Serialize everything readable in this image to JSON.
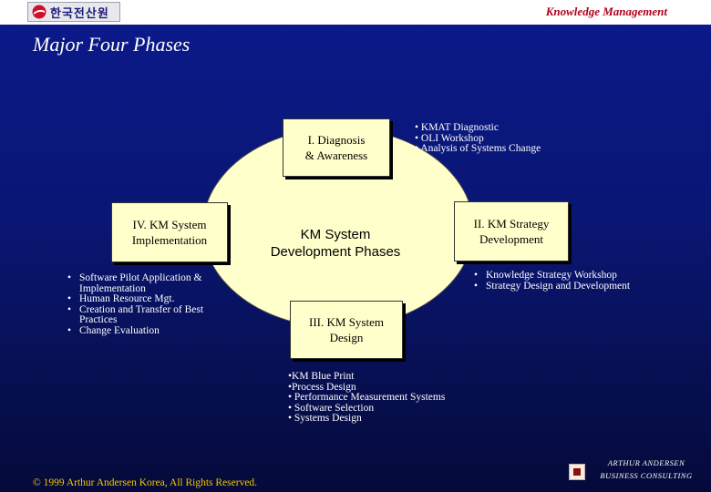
{
  "header": {
    "logo_text": "한국전산원",
    "section_label": "Knowledge Management"
  },
  "title": "Major Four Phases",
  "diagram": {
    "center_label": [
      "KM System",
      "Development Phases"
    ],
    "phases": [
      {
        "label": [
          "I. Diagnosis",
          "& Awareness"
        ],
        "bullets": [
          "• KMAT  Diagnostic",
          "• OLI  Workshop",
          "• Analysis of Systems Change"
        ]
      },
      {
        "label": [
          "II. KM Strategy",
          "Development"
        ],
        "bullets": [
          "Knowledge Strategy Workshop",
          "Strategy Design and Development"
        ]
      },
      {
        "label": [
          "III. KM System",
          "Design"
        ],
        "bullets": [
          "•KM Blue Print",
          "•Process Design",
          "• Performance Measurement Systems",
          "• Software Selection",
          "• Systems Design"
        ]
      },
      {
        "label": [
          "IV. KM System",
          "Implementation"
        ],
        "bullets": [
          "Software  Pilot Application & Implementation",
          "Human Resource Mgt.",
          "Creation and Transfer of Best Practices",
          "Change Evaluation"
        ]
      }
    ]
  },
  "footer": {
    "copyright": "© 1999 Arthur Andersen Korea, All Rights Reserved.",
    "brand_line1": "ARTHUR ANDERSEN",
    "brand_line2": "BUSINESS CONSULTING"
  },
  "colors": {
    "background": "#0b1a8c",
    "box_fill": "#ffffcc",
    "section_label": "#b0001b",
    "copyright": "#f0c800"
  }
}
